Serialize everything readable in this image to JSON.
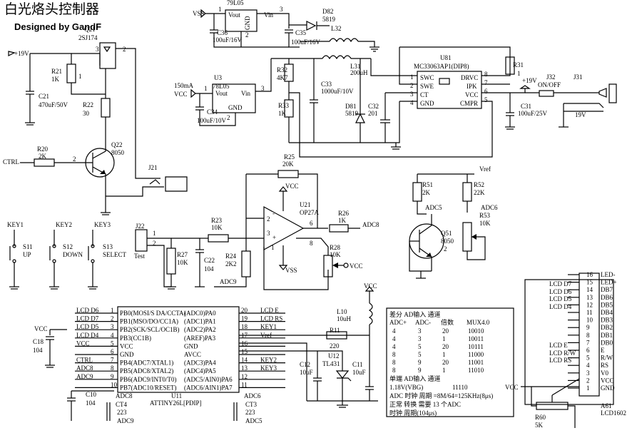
{
  "title": "白光烙头控制器",
  "subtitle": "Designed by GandF",
  "power": {
    "vss_top": "VSS",
    "vcc_left": "VCC",
    "plus19v": "+19V",
    "plus19v_b": "+19V",
    "v19": "19V",
    "current": "150mA",
    "vref": "Vref"
  },
  "regulators": {
    "u79_name": "79L05",
    "u79_vout": "Vout",
    "u79_vin": "Vin",
    "u79_gnd": "GND",
    "u79_p1": "1",
    "u79_p2": "2",
    "u79_p3": "3",
    "u3_ref": "U3",
    "u3_name": "78L05",
    "u3_vout": "Vout",
    "u3_vin": "Vin",
    "u3_gnd": "GND",
    "u3_p1": "1",
    "u3_p2": "2",
    "u3_p3": "3"
  },
  "caps": {
    "c36": "C36",
    "c36_v": "100uF/16V",
    "c35": "C35",
    "c35_v": "100uF/16V",
    "c34": "C34",
    "c34_v": "100uF/10V",
    "c33": "C33",
    "c33_v": "1000uF/10V",
    "c32": "C32",
    "c32_v": "201",
    "c31": "C31",
    "c31_v": "100uF/25V",
    "c21": "C21",
    "c21_v": "470uF/50V",
    "c22": "C22",
    "c22_v": "104",
    "c18": "C18",
    "c18_v": "104",
    "c10": "C10",
    "c10_v": "104",
    "ct4": "CT4",
    "ct4_v": "223",
    "ct3": "CT3",
    "ct3_v": "223",
    "c12": "C12",
    "c12_v": "10uF",
    "c11": "C11",
    "c11_v": "10uF"
  },
  "parts": {
    "d82": "D82",
    "d82_v": "5819",
    "l32": "L32",
    "l31": "L31",
    "l31_v": "200uH",
    "d81": "D81",
    "d81_v": "5819",
    "q21": "Q21",
    "q21_v": "2SJ174",
    "r21": "R21",
    "r21_v": "1K",
    "r22": "R22",
    "r22_v": "30",
    "q22": "Q22",
    "q22_v": "8050",
    "r20": "R20",
    "r20_v": "2K",
    "ctrl": "CTRL",
    "j21": "J21",
    "r32": "R32",
    "r32_v": "4K7",
    "r33": "R33",
    "r33_v": "1K",
    "r31": "R31",
    "r31_v": "1",
    "j32": "J32",
    "j32_v": "ON/OFF",
    "j31": "J31",
    "r25": "R25",
    "r25_v": "20K",
    "r23": "R23",
    "r23_v": "10K",
    "r26": "R26",
    "r26_v": "1K",
    "adc8": "ADC8",
    "r28": "R28",
    "r28_v": "10K",
    "r27": "R27",
    "r27_v": "10K",
    "r24": "R24",
    "r24_v": "2K2",
    "adc9": "ADC9",
    "j22": "J22",
    "j22_test": "Test",
    "r51": "R51",
    "r51_v": "2K",
    "r52": "R52",
    "r52_v": "22K",
    "r53": "R53",
    "r53_v": "10K",
    "adc5": "ADC5",
    "adc6": "ADC6",
    "q51": "Q51",
    "q51_v": "8050",
    "l10": "L10",
    "l10_v": "10uH",
    "r11": "R11",
    "r11_v": "220",
    "u12": "U12",
    "u12_v": "TL431",
    "r60": "R60",
    "r60_v": "5K"
  },
  "u81": {
    "ref": "U81",
    "name": "MC33063AP1(DIP8)",
    "swc": "SWC",
    "swe": "SWE",
    "ct": "CT",
    "gnd": "GND",
    "drvc": "DRVC",
    "ipk": "IPK",
    "vcc": "VCC",
    "cmpr": "CMPR"
  },
  "u21": {
    "ref": "U21",
    "name": "OP27A"
  },
  "keys": {
    "key1": "KEY1",
    "key2": "KEY2",
    "key3": "KEY3",
    "s11": "S11",
    "s11_f": "UP",
    "s12": "S12",
    "s12_f": "DOWN",
    "s13": "S13",
    "s13_f": "SELECT"
  },
  "u11": {
    "ref": "U11",
    "name": "ATTINY26L[PDIP]",
    "left_nets": [
      "LCD D6",
      "LCD D7",
      "LCD D5",
      "LCD D4",
      "VCC",
      "",
      "CTRL",
      "ADC8",
      "ADC9",
      ""
    ],
    "left_pins": [
      "PB0(MOSI/S DA/CCTA)",
      "PB1(MSO/DO/CC1A)",
      "PB2(SCK/SCL/OC1B)",
      "PB3(CC1B)",
      "VCC",
      "GND",
      "PB4(ADC7/XTAL1)",
      "PB5(ADC8/XTAL2)",
      "PB6(ADC9/INT0/T0)",
      "PB7(ADC10/RESET)"
    ],
    "right_pins": [
      "(ADC0)PA0",
      "(ADC1)PA1",
      "(ADC2)PA2",
      "(AREF)PA3",
      "GND",
      "AVCC",
      "(ADC3)PA4",
      "(ADC4)PA5",
      "(ADC5/AIN0)PA6",
      "(ADC6/AIN1)PA7"
    ],
    "right_nets": [
      "LCD E",
      "LCD RS",
      "KEY1",
      "Vref",
      "",
      "",
      "KEY2",
      "KEY3",
      "",
      ""
    ]
  },
  "table": {
    "title": "差分 AD输入 通道",
    "h_adc_plus": "ADC+",
    "h_adc_minus": "ADC-",
    "h_gain": "倍数",
    "h_mux": "MUX4.0",
    "rows": [
      [
        "4",
        "3",
        "20",
        "10010"
      ],
      [
        "4",
        "3",
        "1",
        "10011"
      ],
      [
        "4",
        "5",
        "20",
        "10111"
      ],
      [
        "8",
        "5",
        "1",
        "11000"
      ],
      [
        "8",
        "9",
        "20",
        "11001"
      ],
      [
        "8",
        "9",
        "1",
        "11010"
      ]
    ],
    "single": "单端 AD输入 通道",
    "vbg": "1.18V(VBG)",
    "vbg_code": "11110",
    "clock": "ADC 时钟 周期 =8M/64=125KHz(8μs)",
    "conv": "正常 转换 需要 13 个ADC",
    "period": "时钟 周期(104μs)"
  },
  "lcd": {
    "ref": "A61",
    "name": "LCD1602",
    "pins": [
      "LED-",
      "LED+",
      "DB7",
      "DB6",
      "DB5",
      "DB4",
      "DB3",
      "DB2",
      "DB1",
      "DB0",
      "E",
      "R/W",
      "RS",
      "V0",
      "VCC",
      "GND"
    ],
    "nets": [
      "LCD D7",
      "LCD D6",
      "LCD D5",
      "LCD D4",
      "LCD E",
      "LCD R/W",
      "LCD RS"
    ]
  }
}
